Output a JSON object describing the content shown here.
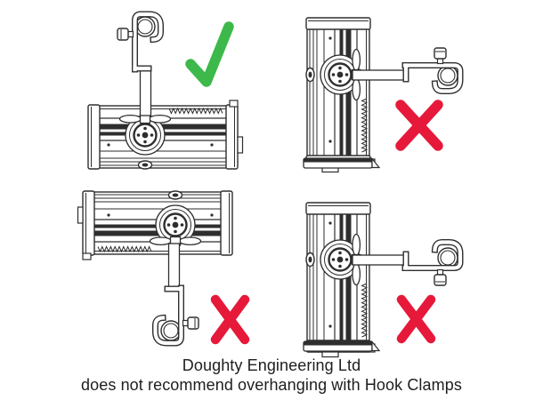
{
  "diagram": {
    "caption": {
      "line1": "Doughty Engineering Ltd",
      "line2": "does not recommend overhanging with Hook Clamps"
    },
    "colors": {
      "approved": "#3cb94a",
      "rejected": "#e6193a",
      "line": "#2e2e2e",
      "background": "#ffffff"
    },
    "panels": [
      {
        "id": "top-left",
        "fixture_orientation": "horizontal",
        "clamp_position": "above fixture",
        "verdict": "approved",
        "mark": "check"
      },
      {
        "id": "top-right",
        "fixture_orientation": "vertical",
        "clamp_position": "overhanging to side",
        "verdict": "rejected",
        "mark": "cross"
      },
      {
        "id": "bottom-left",
        "fixture_orientation": "horizontal",
        "clamp_position": "overhanging below",
        "verdict": "rejected",
        "mark": "cross"
      },
      {
        "id": "bottom-right",
        "fixture_orientation": "vertical",
        "clamp_position": "overhanging to side",
        "verdict": "rejected",
        "mark": "cross"
      }
    ]
  }
}
